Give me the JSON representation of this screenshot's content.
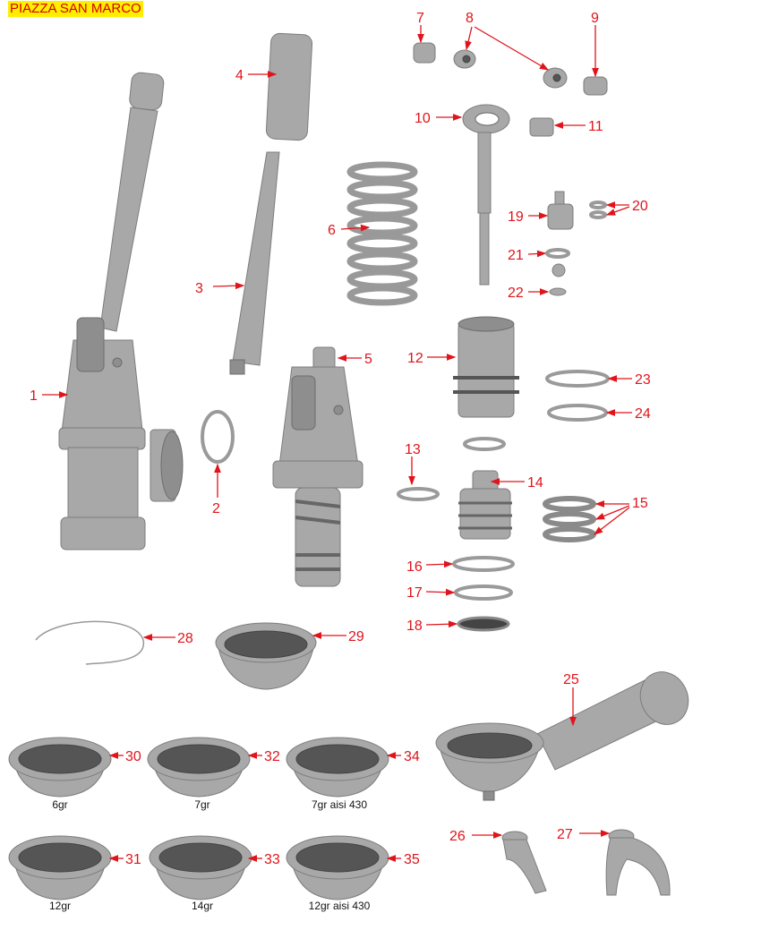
{
  "title": "PIAZZA SAN MARCO",
  "labels": {
    "p1": "1",
    "p2": "2",
    "p3": "3",
    "p4": "4",
    "p5": "5",
    "p6": "6",
    "p7": "7",
    "p8": "8",
    "p9": "9",
    "p10": "10",
    "p11": "11",
    "p12": "12",
    "p13": "13",
    "p14": "14",
    "p15": "15",
    "p16": "16",
    "p17": "17",
    "p18": "18",
    "p19": "19",
    "p20": "20",
    "p21": "21",
    "p22": "22",
    "p23": "23",
    "p24": "24",
    "p25": "25",
    "p26": "26",
    "p27": "27",
    "p28": "28",
    "p29": "29",
    "p30": "30",
    "p31": "31",
    "p32": "32",
    "p33": "33",
    "p34": "34",
    "p35": "35"
  },
  "captions": {
    "p30": "6gr",
    "p32": "7gr",
    "p34": "7gr aisi 430",
    "p31": "12gr",
    "p33": "14gr",
    "p35": "12gr aisi 430"
  },
  "colors": {
    "label": "#e0141b",
    "title_bg": "#ffee00",
    "part": "#a8a8a8"
  }
}
